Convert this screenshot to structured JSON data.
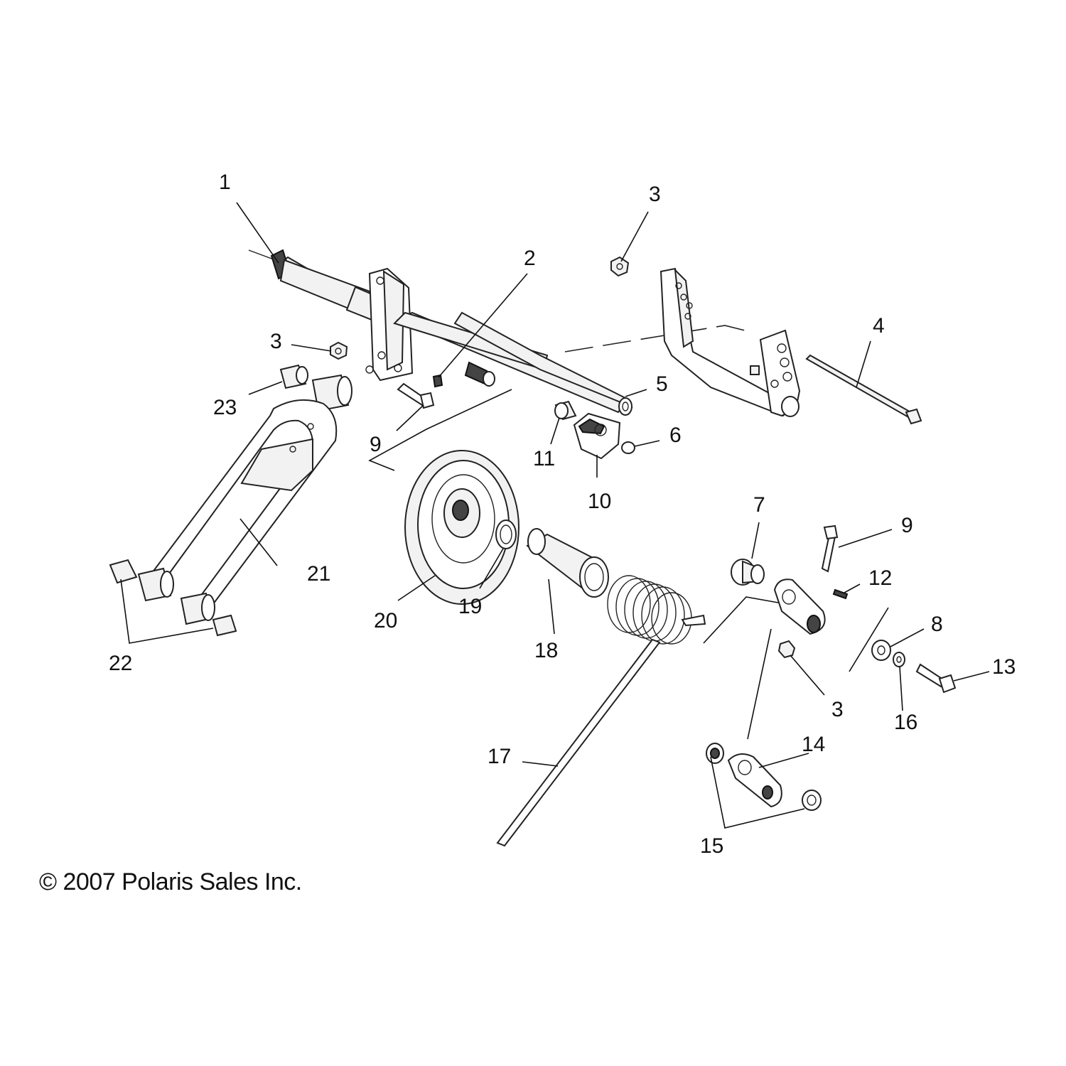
{
  "callouts": {
    "c1": "1",
    "c2": "2",
    "c3a": "3",
    "c3b": "3",
    "c3c": "3",
    "c4": "4",
    "c5": "5",
    "c6": "6",
    "c7": "7",
    "c8": "8",
    "c9a": "9",
    "c9b": "9",
    "c10": "10",
    "c11": "11",
    "c12": "12",
    "c13": "13",
    "c14": "14",
    "c15": "15",
    "c16": "16",
    "c17": "17",
    "c18": "18",
    "c19": "19",
    "c20": "20",
    "c21": "21",
    "c22": "22",
    "c23": "23"
  },
  "copyright": "© 2007 Polaris Sales Inc.",
  "colors": {
    "line": "#222222",
    "background": "#ffffff"
  }
}
